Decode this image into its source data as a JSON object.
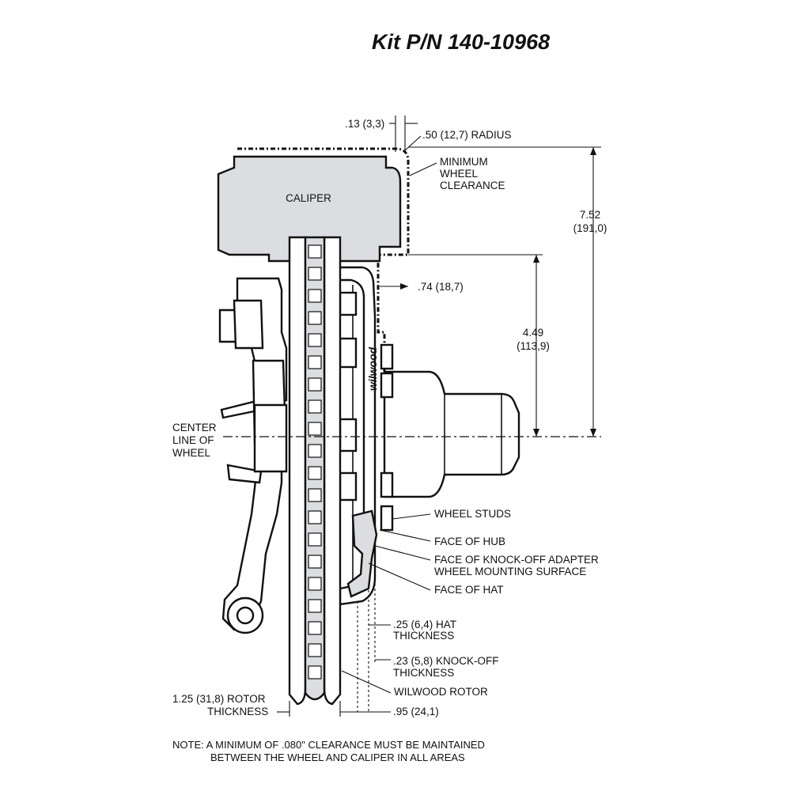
{
  "title": "Kit P/N 140-10968",
  "parts": {
    "caliper": "CALIPER"
  },
  "dimensions": {
    "clearance_offset": ".13 (3,3)",
    "radius": ".50 (12,7) RADIUS",
    "overall_height": {
      "line1": "7.52",
      "line2": "(191,0)"
    },
    "hub_height": {
      "line1": "4.49",
      "line2": "(113,9)"
    },
    "caliper_offset": ".74 (18,7)",
    "hat_thickness": {
      "line1": ".25 (6,4) HAT",
      "line2": "THICKNESS"
    },
    "knockoff_thickness": {
      "line1": ".23 (5,8) KNOCK-OFF",
      "line2": "THICKNESS"
    },
    "rotor_thickness": {
      "line1": "1.25 (31,8) ROTOR",
      "line2": "THICKNESS"
    },
    "mount_offset": ".95 (24,1)"
  },
  "callouts": {
    "min_clearance": {
      "line1": "MINIMUM",
      "line2": "WHEEL",
      "line3": "CLEARANCE"
    },
    "center_line": {
      "line1": "CENTER",
      "line2": "LINE OF",
      "line3": "WHEEL"
    },
    "wheel_studs": "WHEEL STUDS",
    "face_of_hub": "FACE OF HUB",
    "knockoff_face": {
      "line1": "FACE OF KNOCK-OFF ADAPTER",
      "line2": "WHEEL MOUNTING SURFACE"
    },
    "face_of_hat": "FACE OF HAT",
    "wilwood_rotor": "WILWOOD ROTOR"
  },
  "note": {
    "line1": "NOTE: A MINIMUM OF .080\" CLEARANCE MUST BE MAINTAINED",
    "line2": "BETWEEN THE WHEEL AND CALIPER IN ALL AREAS"
  },
  "hat_brand": "wilwood"
}
